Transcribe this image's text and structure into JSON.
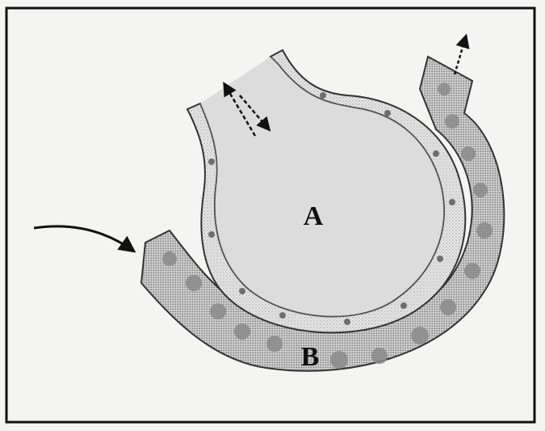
{
  "diagram": {
    "labels": {
      "a": "A",
      "b": "B"
    },
    "colors": {
      "frame": "#111111",
      "paper": "#f4f4f2",
      "alveolus_fill": "#dcdcdc",
      "capillary_fill": "#c9c9c9",
      "cell": "#8a8a8a",
      "ink": "#222222"
    },
    "arrows": [
      {
        "name": "blood-inflow-arrow",
        "direction": "inward"
      },
      {
        "name": "air-in-arrow",
        "direction": "inward"
      },
      {
        "name": "air-out-arrow",
        "direction": "outward"
      },
      {
        "name": "blood-outflow-arrow",
        "direction": "outward"
      }
    ]
  }
}
